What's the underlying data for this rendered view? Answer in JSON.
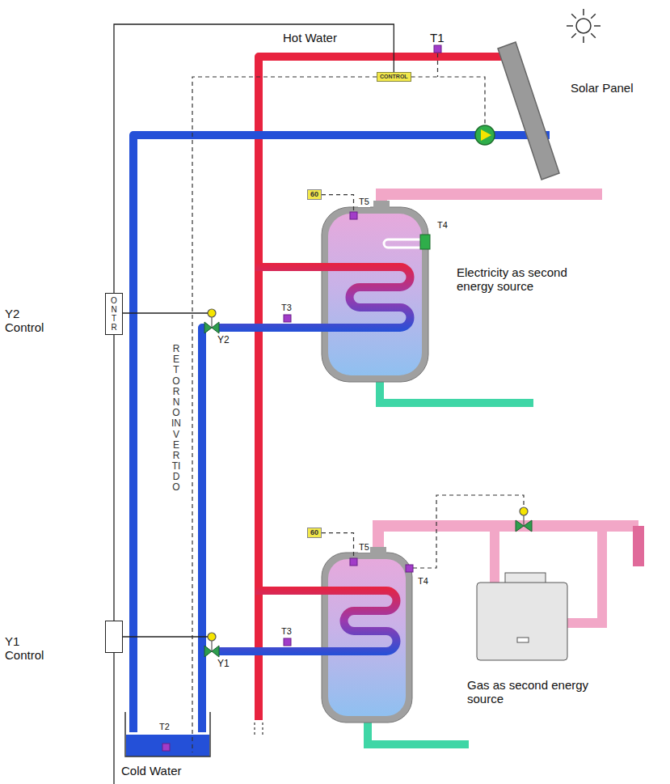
{
  "diagram": {
    "nodes": [
      {
        "text": [
          "CONTROL"
        ]
      },
      {
        "text": [
          "60"
        ]
      },
      {
        "text": [
          "Y2 Control",
          "ONTR"
        ]
      },
      {
        "text": [
          "60"
        ]
      },
      {
        "text": [
          "Y1 Control"
        ]
      }
    ],
    "edges": [
      {
        "from": 0,
        "to": 2,
        "arrow": "none"
      },
      {
        "from": 2,
        "to": 4,
        "arrow": "none"
      }
    ],
    "labels": [
      "Hot Water",
      "T1",
      "Solar Panel",
      "T5",
      "T4",
      "T3",
      "Y2",
      "Electricity as second energy source",
      "RETORNO INVERTIDO",
      "T5",
      "T4",
      "T3",
      "Y1",
      "Gas as second energy source",
      "T2",
      "Cold Water"
    ]
  }
}
